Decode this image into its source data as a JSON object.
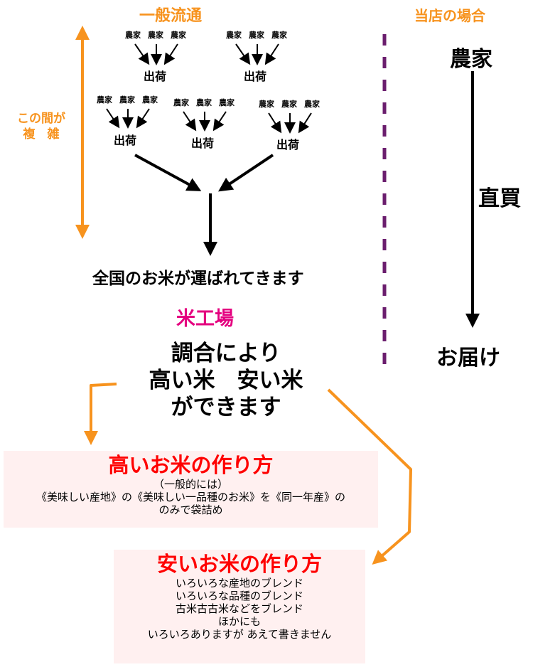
{
  "general": {
    "title": "一般流通",
    "side_label_line1": "この間が",
    "side_label_line2": "複　雑",
    "farmer": "農家",
    "shipment": "出荷",
    "nationwide": "全国のお米が運ばれてきます",
    "factory": "米工場",
    "blend_line1": "調合により",
    "blend_line2": "高い米　安い米",
    "blend_line3": "ができます"
  },
  "our_shop": {
    "title": "当店の場合",
    "farmer": "農家",
    "direct": "直買",
    "delivery": "お届け"
  },
  "expensive_box": {
    "title": "高いお米の作り方",
    "lines": [
      "（一般的には）",
      "《美味しい産地》の《美味しい一品種のお米》を《同一年産》の",
      "のみで袋詰め"
    ]
  },
  "cheap_box": {
    "title": "安いお米の作り方",
    "lines": [
      "いろいろな産地のブレンド",
      "いろいろな品種のブレンド",
      "古米古古米などをブレンド",
      "ほかにも",
      "いろいろありますが あえて書きません"
    ]
  },
  "colors": {
    "orange": "#f7931e",
    "magenta": "#e4007f",
    "purple_divider": "#6b1e6e",
    "red_title": "#ff0000",
    "box_background": "#fff0f0"
  }
}
